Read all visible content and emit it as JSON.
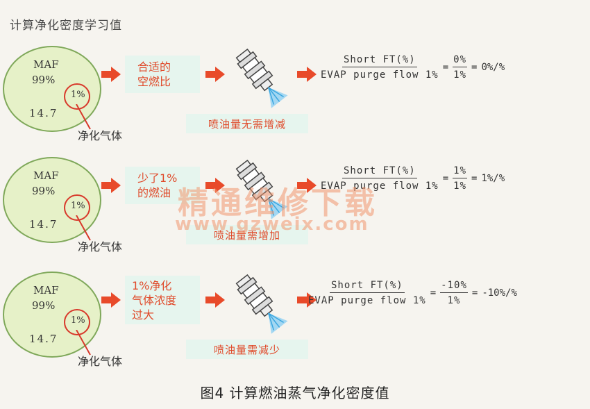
{
  "heading": "计算净化密度学习值",
  "caption": "图4  计算燃油蒸气净化密度值",
  "colors": {
    "accent": "#e04a2a",
    "circle_fill": "#e6f1c8",
    "ring": "#d8392b",
    "spray": "#3aa6df"
  },
  "rows": [
    {
      "maf_label": "MAF",
      "maf_pct": "99%",
      "maf_value": "14.7",
      "purge_pct": "1%",
      "purge_label": "净化气体",
      "afr_text": "合适的\n空燃比",
      "injector_effect": "喷油量无需增减",
      "formula": {
        "numerator": "Short FT(%)",
        "denominator": "EVAP purge flow 1%",
        "mid_num": "0%",
        "mid_den": "1%",
        "result": "0%/%"
      }
    },
    {
      "maf_label": "MAF",
      "maf_pct": "99%",
      "maf_value": "14.7",
      "purge_pct": "1%",
      "purge_label": "净化气体",
      "afr_text": "少了1%\n的燃油",
      "injector_effect": "喷油量需增加",
      "formula": {
        "numerator": "Short FT(%)",
        "denominator": "EVAP purge flow 1%",
        "mid_num": "1%",
        "mid_den": "1%",
        "result": "1%/%"
      }
    },
    {
      "maf_label": "MAF",
      "maf_pct": "99%",
      "maf_value": "14.7",
      "purge_pct": "1%",
      "purge_label": "净化气体",
      "afr_text": "1%净化\n气体浓度\n过大",
      "injector_effect": "喷油量需减少",
      "formula": {
        "numerator": "Short FT(%)",
        "denominator": "EVAP purge flow 1%",
        "mid_num": "-10%",
        "mid_den": "1%",
        "result": "-10%/%"
      }
    }
  ],
  "watermark": {
    "cn": "精通维修下载",
    "url": "www.gzweix.com"
  }
}
